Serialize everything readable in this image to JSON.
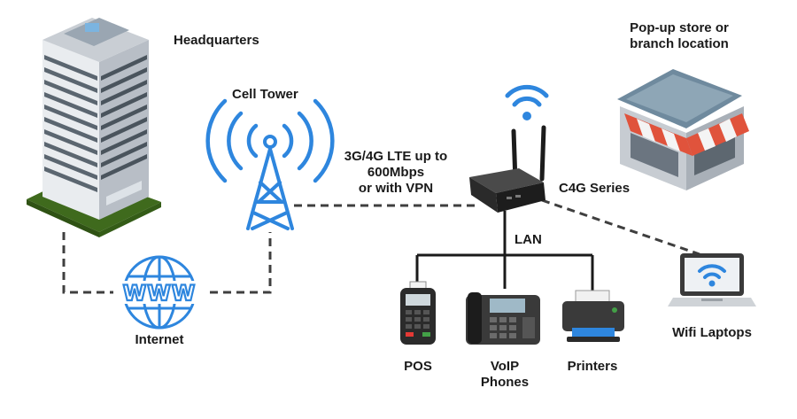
{
  "colors": {
    "connector": "#3f3f3f",
    "wave_blue": "#2e86de",
    "building_face": "#e9ecef",
    "building_shadow": "#b8bec6",
    "grass": "#3f6a1d",
    "router": "#2a2a2a",
    "awning_red": "#e0533c",
    "store_roof": "#6f8a9e"
  },
  "nodes": {
    "headquarters": {
      "label": "Headquarters",
      "icon": "office-building-icon"
    },
    "cell_tower": {
      "label": "Cell Tower",
      "icon": "cell-tower-icon"
    },
    "internet": {
      "label": "Internet",
      "icon": "globe-www-icon"
    },
    "router": {
      "label": "C4G Series",
      "icon": "lte-router-icon"
    },
    "store": {
      "label": "Pop-up store or\nbranch location",
      "icon": "storefront-icon"
    },
    "lan": {
      "label": "LAN"
    },
    "pos": {
      "label": "POS",
      "icon": "pos-terminal-icon"
    },
    "voip": {
      "label": "VoIP\nPhones",
      "icon": "desk-phone-icon"
    },
    "printers": {
      "label": "Printers",
      "icon": "printer-icon"
    },
    "laptops": {
      "label": "Wifi Laptops",
      "icon": "laptop-wifi-icon"
    }
  },
  "links": {
    "cellular_note": "3G/4G LTE up to\n600Mbps\nor with VPN"
  }
}
